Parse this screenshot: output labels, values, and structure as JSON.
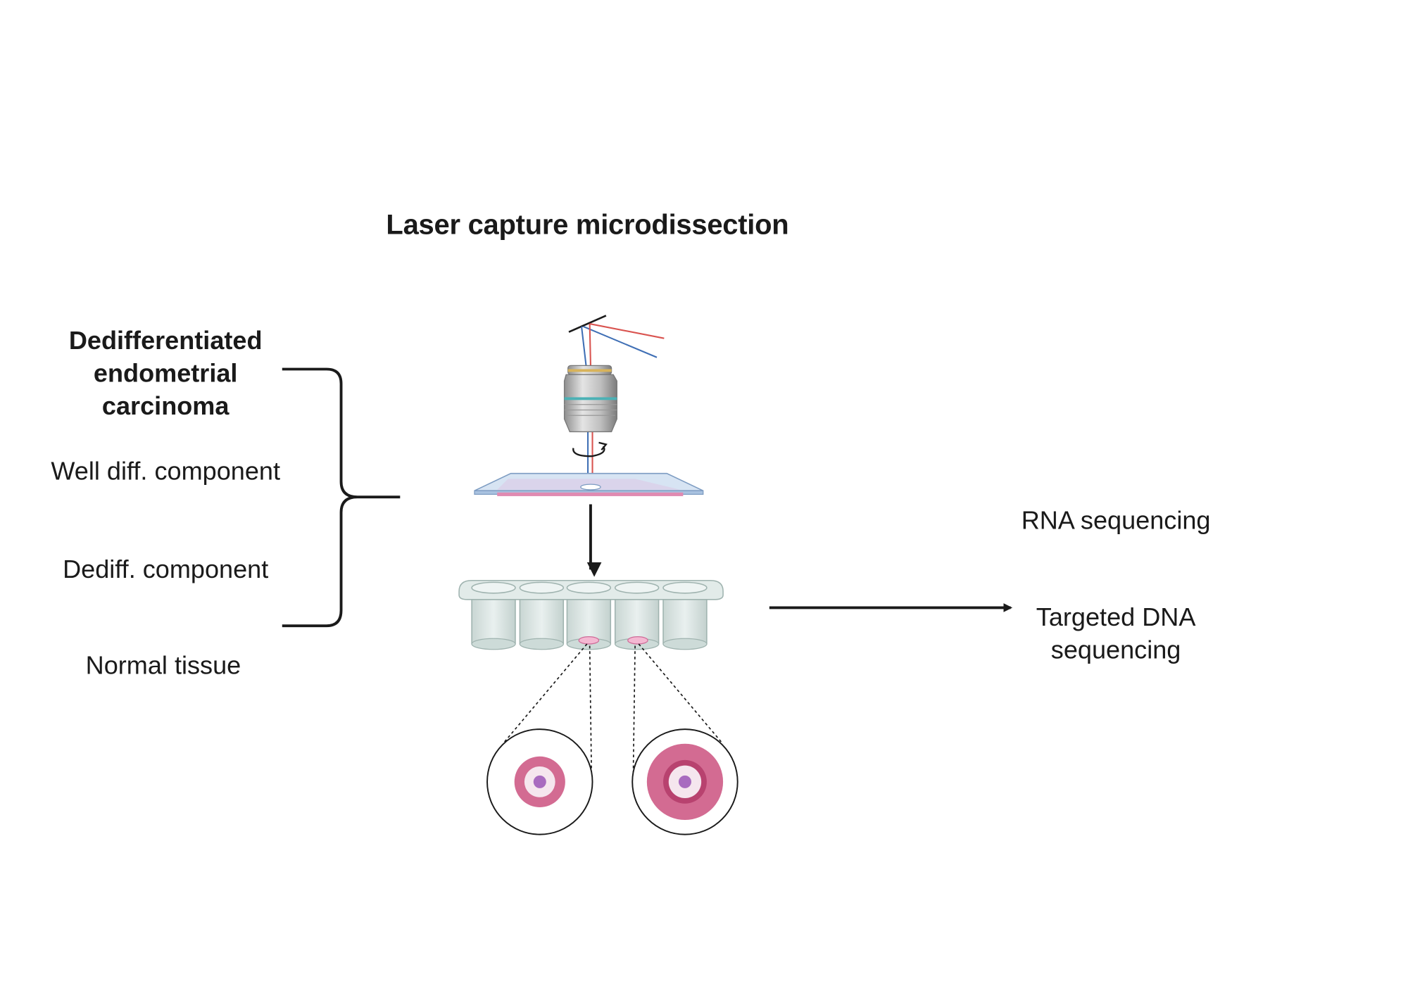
{
  "title": "Laser capture microdissection",
  "samples": {
    "main_label": "Dedifferentiated endometrial carcinoma",
    "well_diff_label": "Well diff. component",
    "dediff_label": "Dediff. component",
    "normal_label": "Normal tissue"
  },
  "outputs": {
    "rna_label": "RNA sequencing",
    "dna_label": "Targeted DNA sequencing"
  },
  "colors": {
    "laser_red": "#d9534f",
    "laser_blue": "#3f6fb5",
    "tissue_pink": "#d36b92",
    "nucleus_purple": "#a86bbf",
    "glass_blue": "#c9dcef",
    "tube_gray": "#dde7e5",
    "lens_gold": "#d8b35a",
    "lens_teal": "#4bb1b5"
  },
  "icons": [
    "brace-icon",
    "microscope-objective-icon",
    "rotation-arrow-icon",
    "glass-slide-icon",
    "tube-strip-icon",
    "cell-zoom-icon"
  ]
}
